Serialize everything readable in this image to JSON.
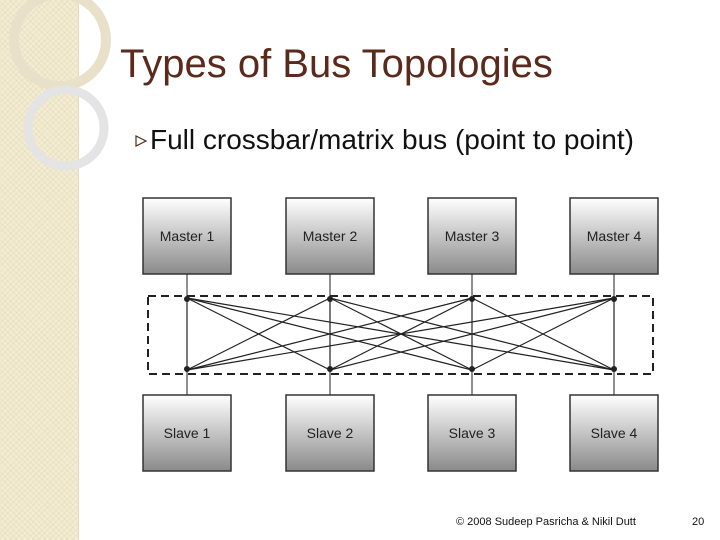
{
  "slide": {
    "title": "Types of Bus Topologies",
    "bullet": "Full crossbar/matrix bus (point to point)",
    "footer": "© 2008 Sudeep Pasricha & Nikil Dutt",
    "page_number": "20"
  },
  "diagram": {
    "masters": [
      "Master 1",
      "Master 2",
      "Master 3",
      "Master 4"
    ],
    "slaves": [
      "Slave 1",
      "Slave 2",
      "Slave 3",
      "Slave 4"
    ]
  },
  "colors": {
    "title": "#5a2a1c",
    "strip": "#f3ecd3",
    "block_top": "#ffffff",
    "block_bottom": "#8a8a8a",
    "line": "#222222"
  }
}
